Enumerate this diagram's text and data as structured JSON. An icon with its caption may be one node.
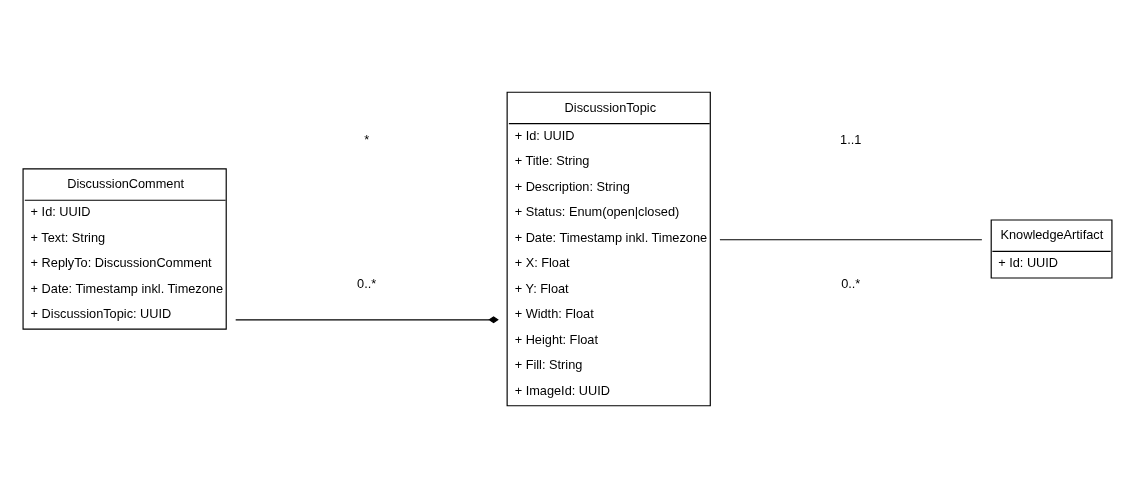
{
  "diagram": {
    "nodes": [
      {
        "text": [
          "DiscussionComment",
          "+ Id: UUID",
          "+ Text: String",
          "+ ReplyTo: DiscussionComment",
          "+ Date: Timestamp inkl. Timezone",
          "+ DiscussionTopic: UUID"
        ]
      },
      {
        "text": [
          "DiscussionTopic",
          "+ Id: UUID",
          "+ Title: String",
          "+ Description: String",
          "+ Status: Enum(open|closed)",
          "+ Date: Timestamp inkl. Timezone",
          "+ X: Float",
          "+ Y: Float",
          "+ Width: Float",
          "+ Height: Float",
          "+ Fill: String",
          "+ ImageId: UUID"
        ]
      },
      {
        "text": [
          "KnowledgeArtifact",
          "+ Id: UUID"
        ]
      }
    ],
    "edges": [
      {
        "from": 0,
        "to": 1,
        "arrow": "other"
      },
      {
        "from": 1,
        "to": 2,
        "arrow": "none"
      }
    ],
    "labels": [
      "0..*",
      "*",
      "0..*",
      "1..1"
    ]
  }
}
